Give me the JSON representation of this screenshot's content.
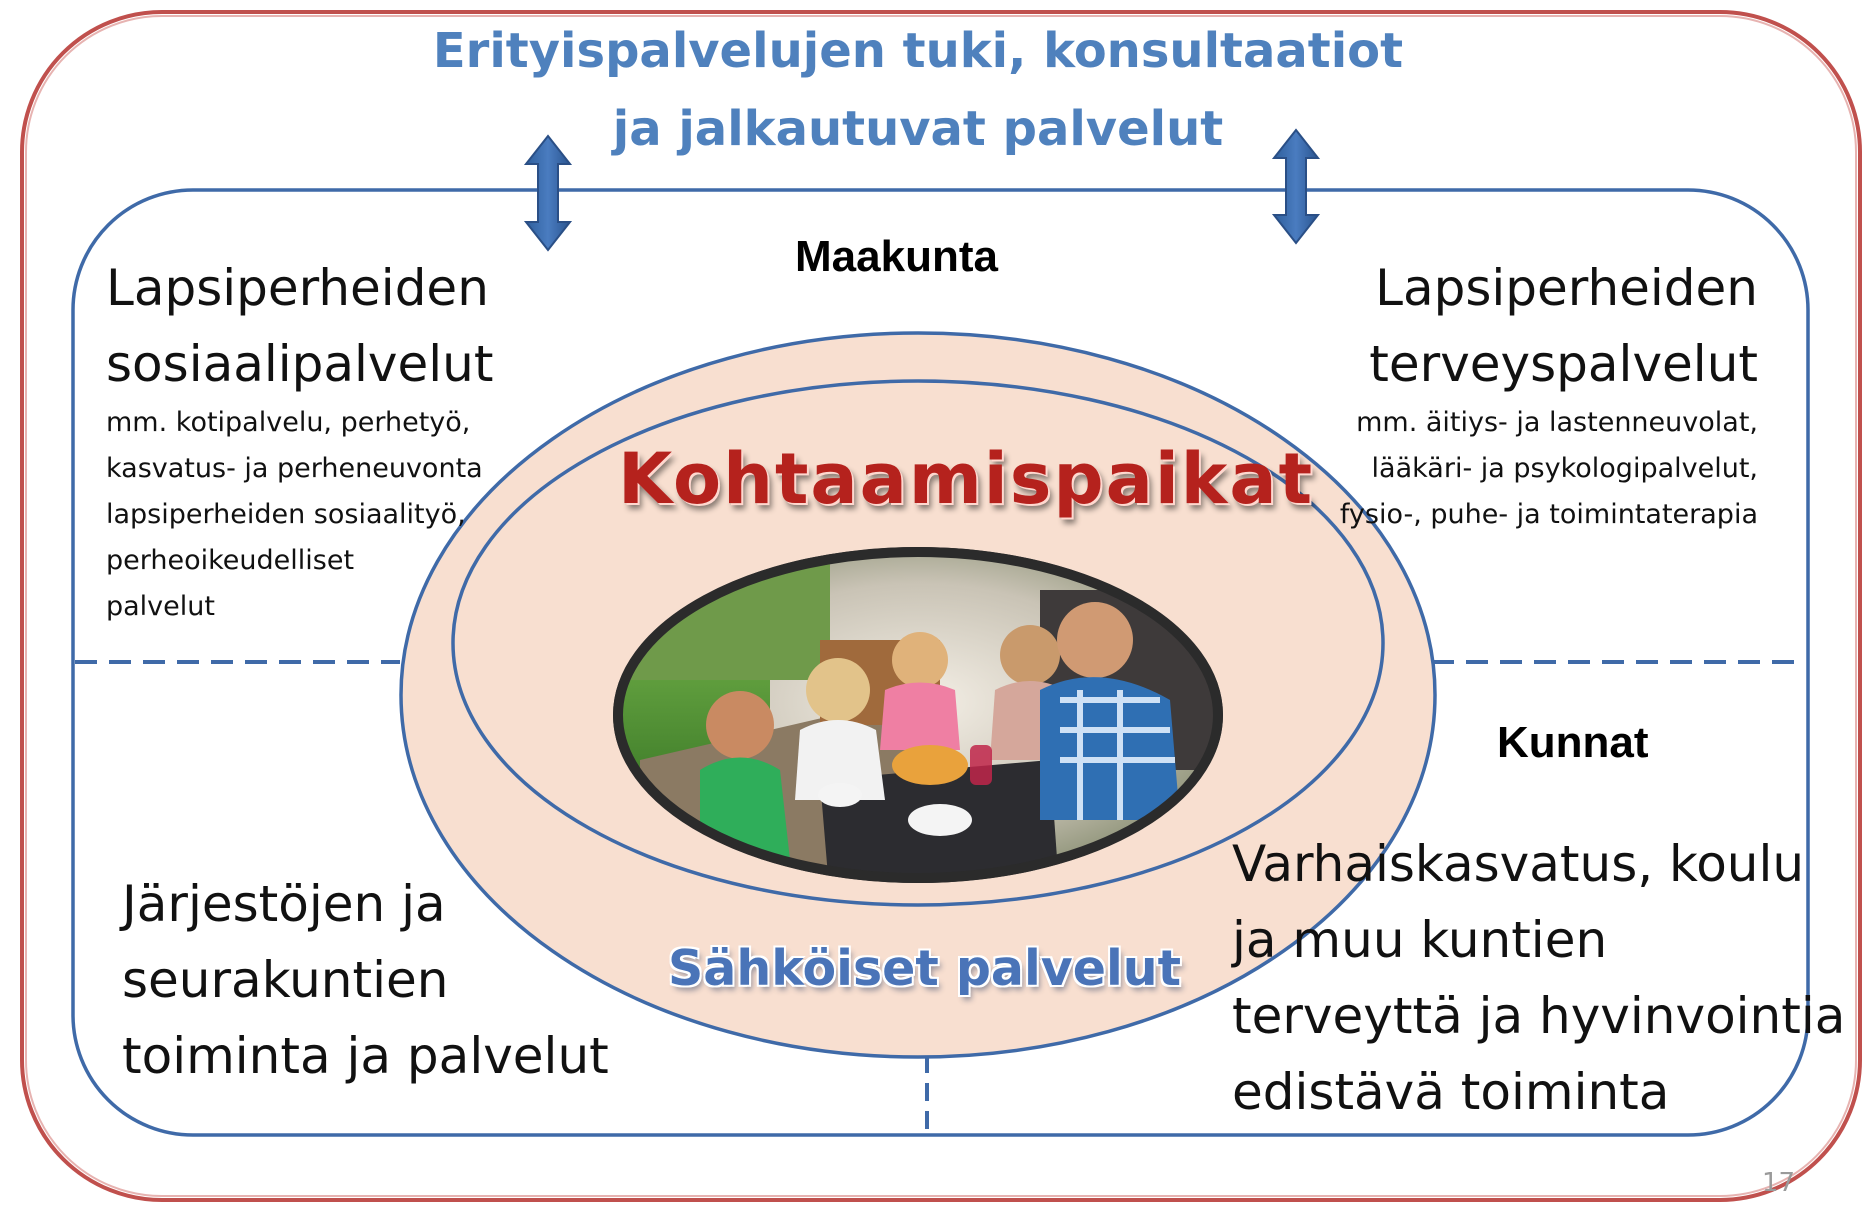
{
  "colors": {
    "outer_border": "#c0504d",
    "inner_border": "#3f6aa8",
    "ellipse_fill": "#f8dfd0",
    "title_blue": "#4f81bd",
    "accent_red": "#b5221d"
  },
  "outer_title": {
    "line1": "Erityispalvelujen tuki, konsultaatiot",
    "line2": "ja jalkautuvat palvelut"
  },
  "maakunta_label": "Maakunta",
  "kunnat_label": "Kunnat",
  "social_services": {
    "title_line1": "Lapsiperheiden",
    "title_line2": "sosiaalipalvelut",
    "details": [
      "mm. kotipalvelu, perhetyö,",
      "kasvatus- ja perheneuvonta",
      "lapsiperheiden  sosiaalityö,",
      "perheoikeudelliset",
      "palvelut"
    ]
  },
  "health_services": {
    "title_line1": "Lapsiperheiden",
    "title_line2": "terveyspalvelut",
    "details": [
      "mm. äitiys- ja lastenneuvolat,",
      "lääkäri- ja psykologipalvelut,",
      "fysio-, puhe-  ja toimintaterapia"
    ]
  },
  "organizations": {
    "lines": [
      "Järjestöjen ja",
      "seurakuntien",
      "toiminta ja palvelut"
    ]
  },
  "municipal": {
    "lines": [
      "Varhaiskasvatus, koulu",
      "ja muu kuntien",
      "terveyttä ja hyvinvointia",
      "edistävä toiminta"
    ]
  },
  "center": {
    "meeting_places": "Kohtaamispaikat",
    "electronic_services": "Sähköiset palvelut",
    "photo_icon": "family-photo"
  },
  "page_number": "17"
}
